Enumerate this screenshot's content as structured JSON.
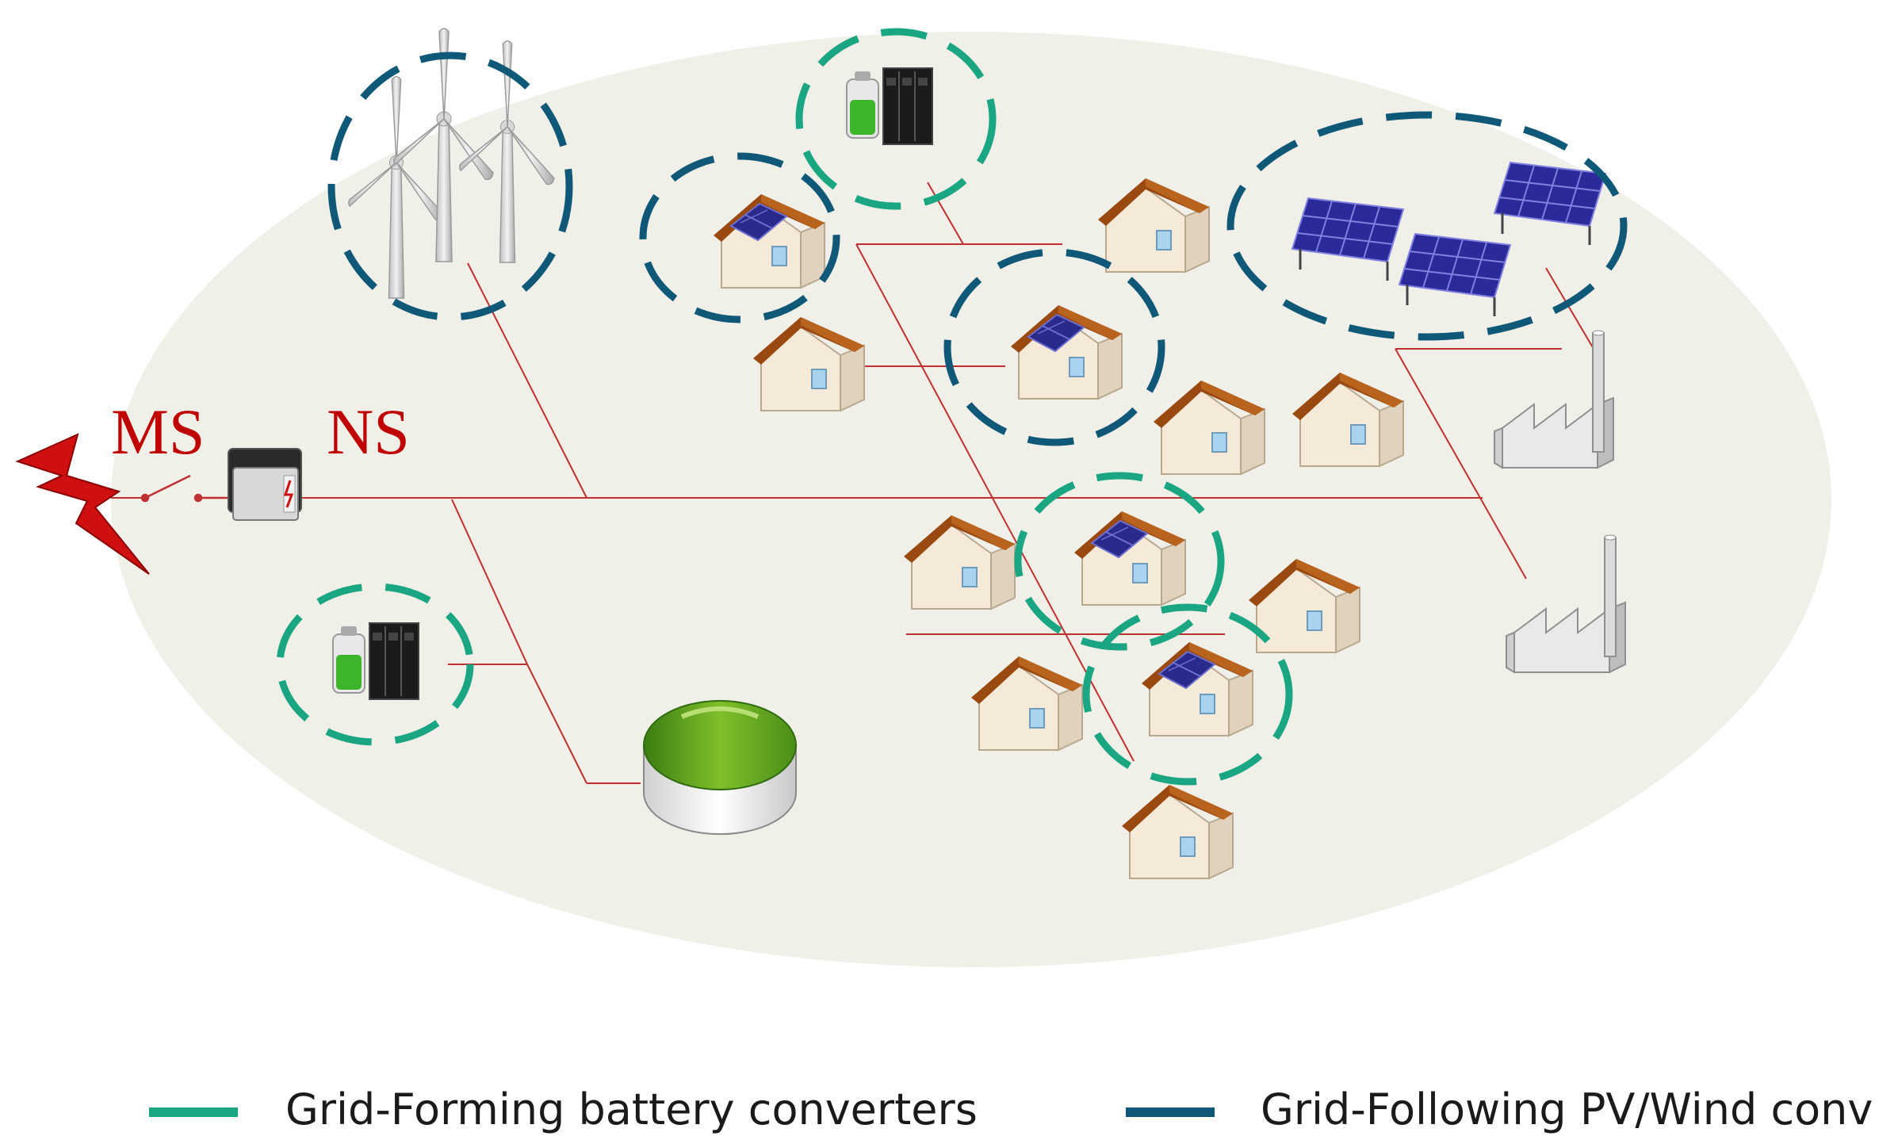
{
  "labels": {
    "ms": "MS",
    "ns": "NS"
  },
  "legend": {
    "grid_forming": "Grid-Forming battery converters",
    "grid_following": "Grid-Following PV/Wind conv"
  },
  "colors": {
    "grid_forming": "#1aa682",
    "grid_following": "#0f5878",
    "line": "#c03030",
    "area": "#f0efe8",
    "roof": "#9a4a10",
    "house_wall": "#f5ead8",
    "pv_panel": "#2a2a8a",
    "lightning": "#d01010"
  },
  "icons": [
    "lightning-icon",
    "transformer-icon",
    "wind-turbine-icon",
    "battery-storage-icon",
    "house-icon",
    "house-pv-icon",
    "pv-array-icon",
    "factory-icon",
    "biogas-tank-icon"
  ]
}
